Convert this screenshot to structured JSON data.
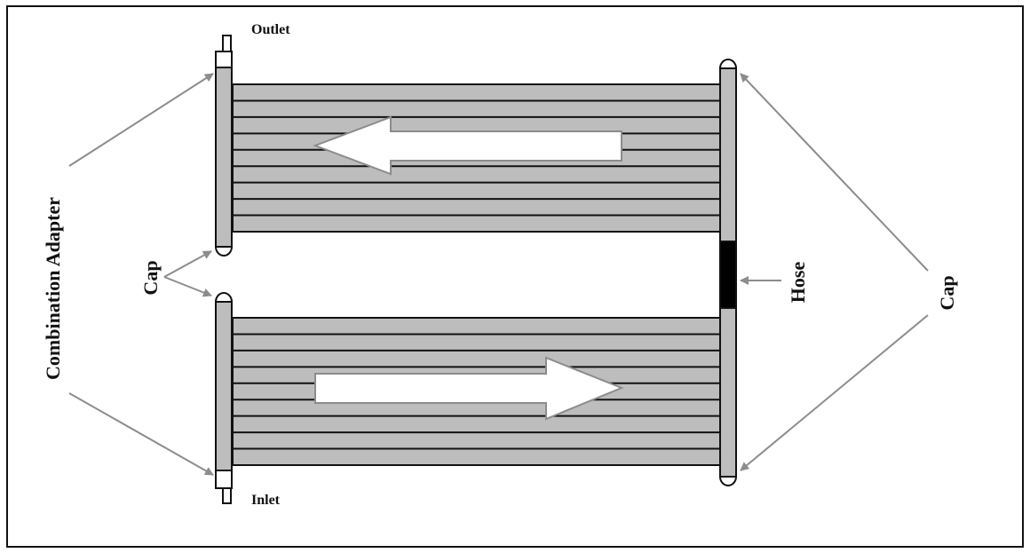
{
  "labels": {
    "outlet": "Outlet",
    "inlet": "Inlet",
    "combination_adapter": "Combination Adapter",
    "cap_left": "Cap",
    "hose": "Hose",
    "cap_right": "Cap"
  },
  "colors": {
    "tube_fill": "#bdbdbd",
    "line": "#111111",
    "pointer": "#8c8c8c",
    "flow_arrow_fill": "#ffffff",
    "hose_fill": "#000000"
  },
  "flow_direction": {
    "top_panel": "left",
    "bottom_panel": "right"
  }
}
